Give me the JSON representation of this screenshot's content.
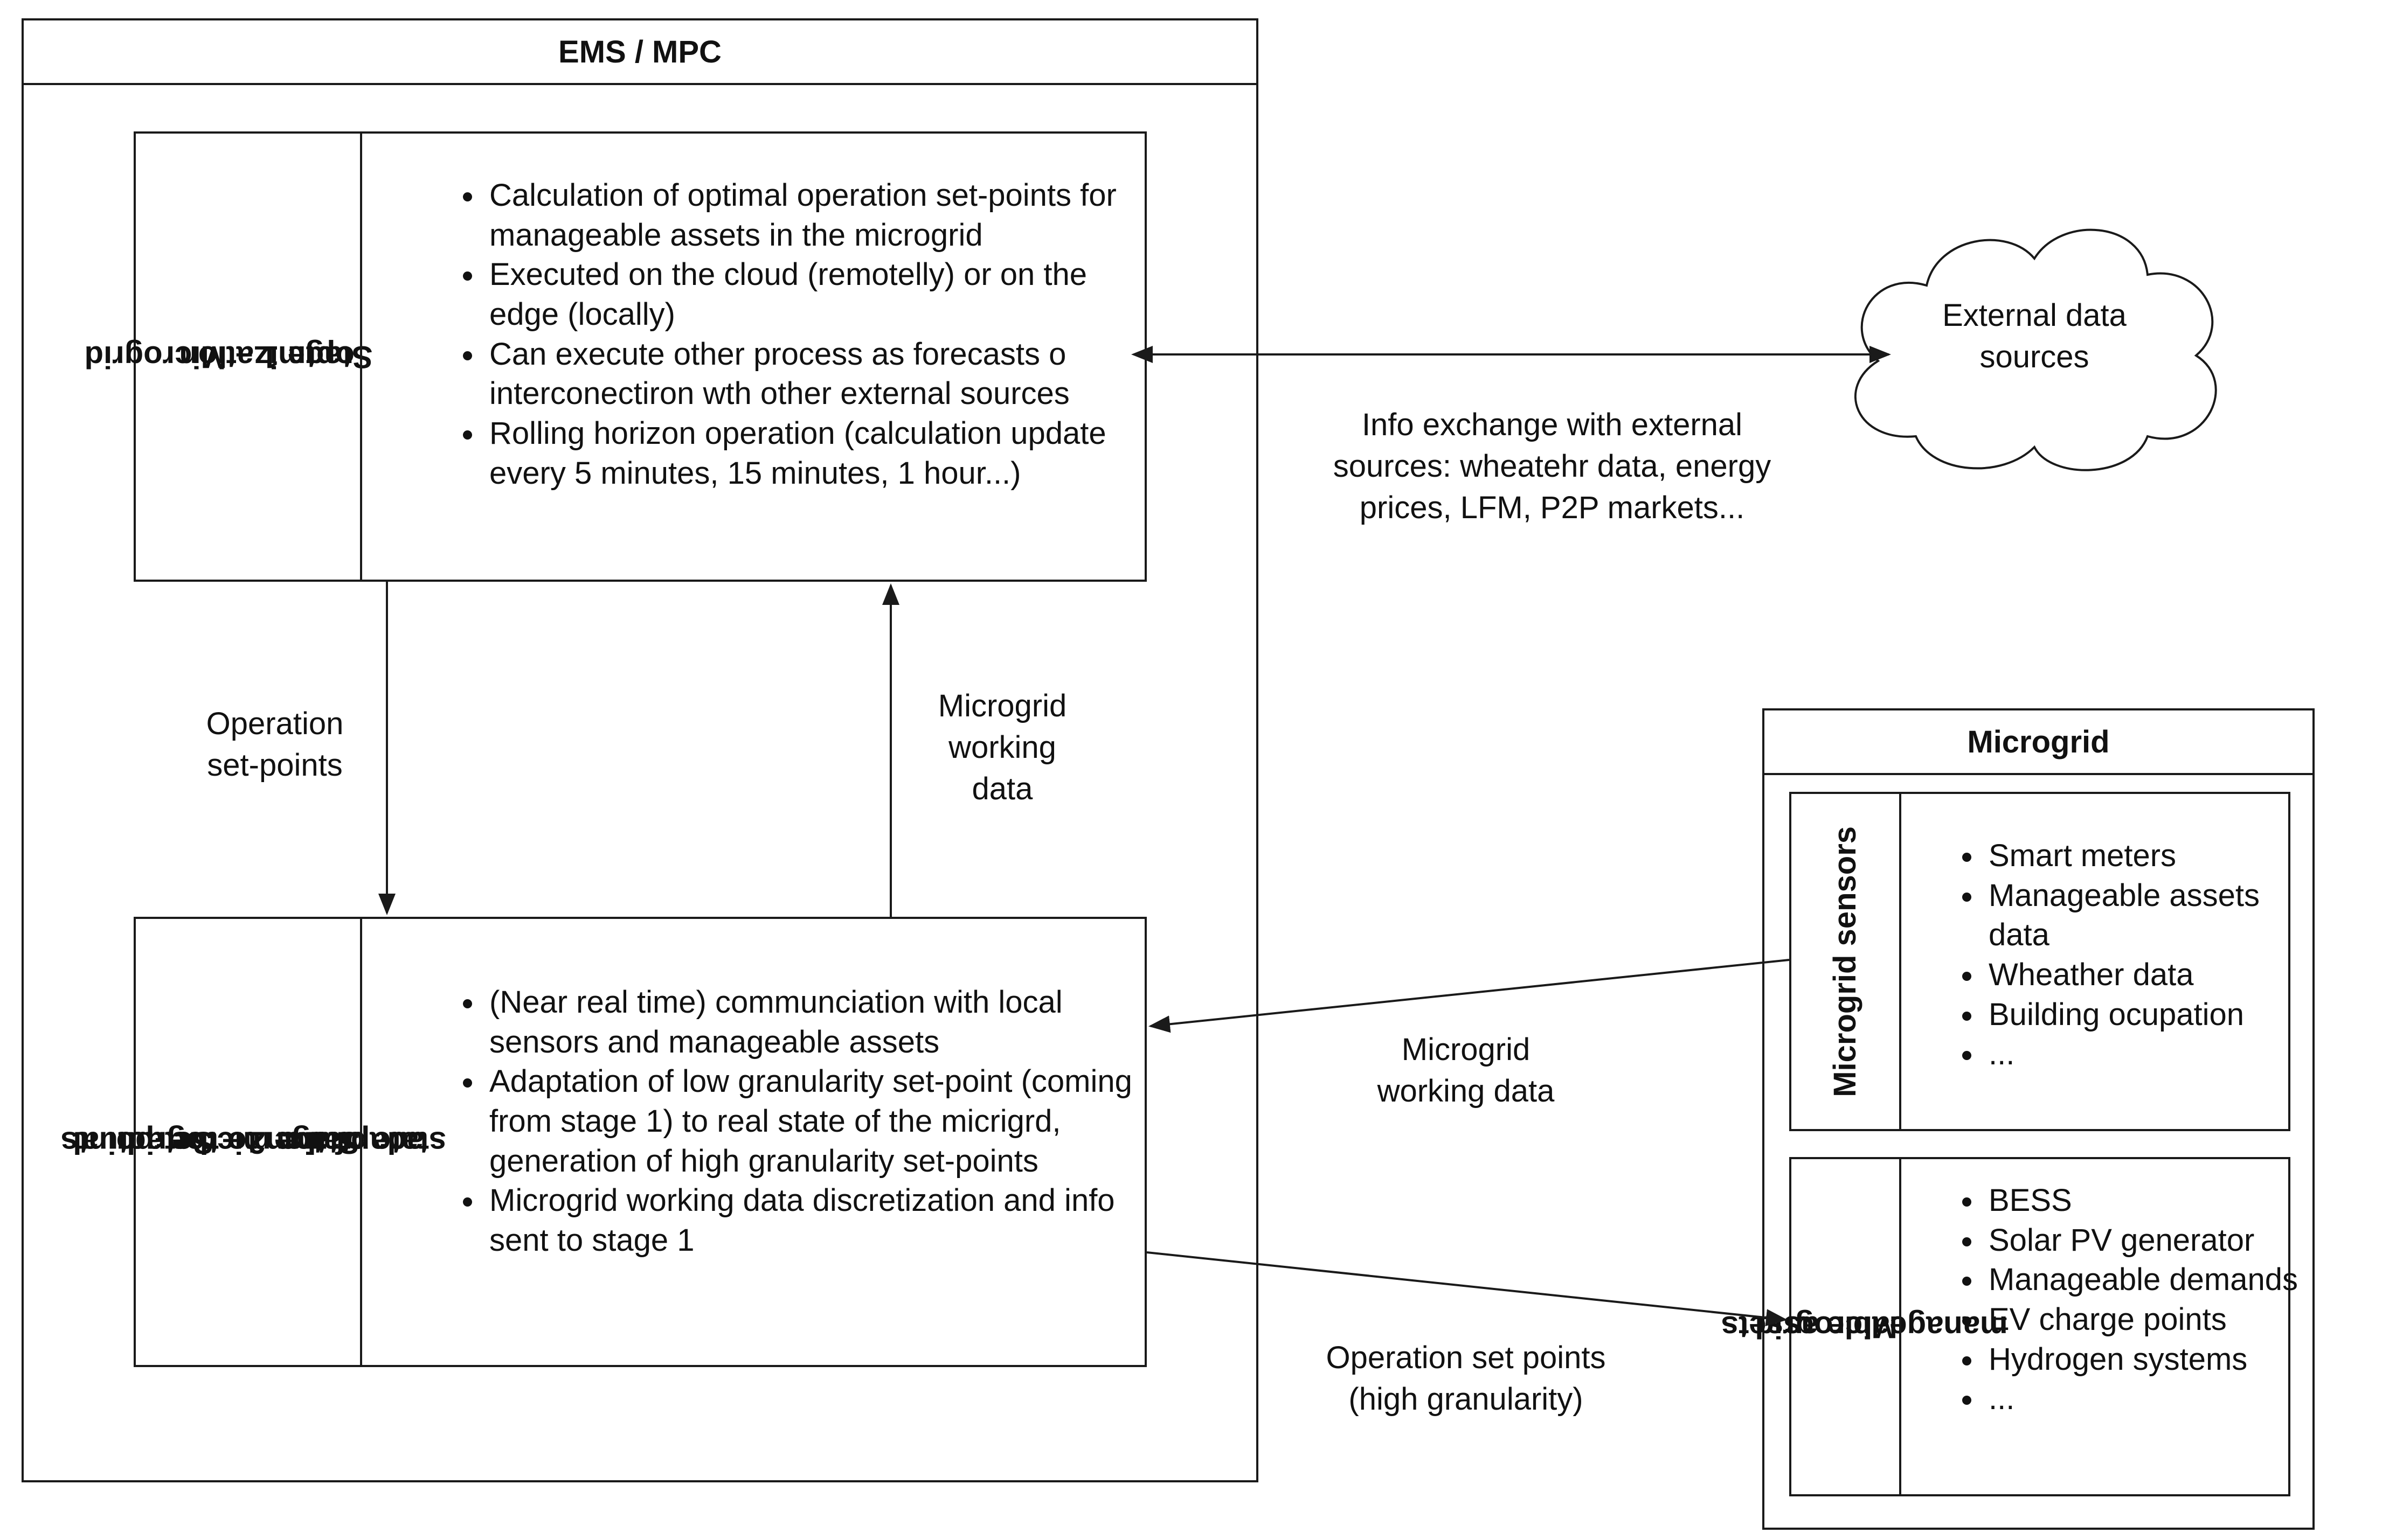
{
  "ems": {
    "title": "EMS / MPC",
    "stage1": {
      "title_line1": "Stage 1 – Microgrid",
      "title_line2": "optmization",
      "bullets": [
        "Calculation of optimal operation set-points for manageable assets in the microgrid",
        "Executed on the cloud (remotelly) or on the edge (locally)",
        "Can execute other process as forecasts o interconectiron wth other external sources",
        "Rolling horizon operation (calculation update every 5 minutes, 15 minutes, 1 hour...)"
      ]
    },
    "stage2": {
      "title_line1": "Stage 2 – Set-points",
      "title_line2": "adaptation to the actual",
      "title_line3": "state of the microgrid",
      "bullets": [
        "(Near real time) communciation with local sensors and manageable assets",
        "Adaptation of low granularity set-point (coming from stage 1) to real state of the micrigrd, generation of high granularity set-points",
        "Microgrid working data discretization and info sent to stage 1"
      ]
    },
    "labels": {
      "operation_line1": "Operation",
      "operation_line2": "set-points",
      "working_line1": "Microgrid",
      "working_line2": "working",
      "working_line3": "data"
    }
  },
  "external": {
    "cloud_line1": "External data",
    "cloud_line2": "sources",
    "info_line1": "Info exchange with external",
    "info_line2": "sources: wheatehr data, energy",
    "info_line3": "prices, LFM, P2P markets..."
  },
  "microgrid": {
    "title": "Microgrid",
    "sensors": {
      "title": "Microgrid sensors",
      "bullets": [
        "Smart meters",
        "Manageable assets data",
        "Wheather data",
        "Building ocupation",
        "..."
      ]
    },
    "assets": {
      "title_line1": "Microgrid",
      "title_line2": "manageable assets",
      "bullets": [
        "BESS",
        "Solar PV generator",
        "Manageable demands",
        "EV charge points",
        "Hydrogen systems",
        "..."
      ]
    }
  },
  "flows": {
    "working_data_line1": "Microgrid",
    "working_data_line2": "working data",
    "setpoints_line1": "Operation set points",
    "setpoints_line2": "(high granularity)"
  }
}
